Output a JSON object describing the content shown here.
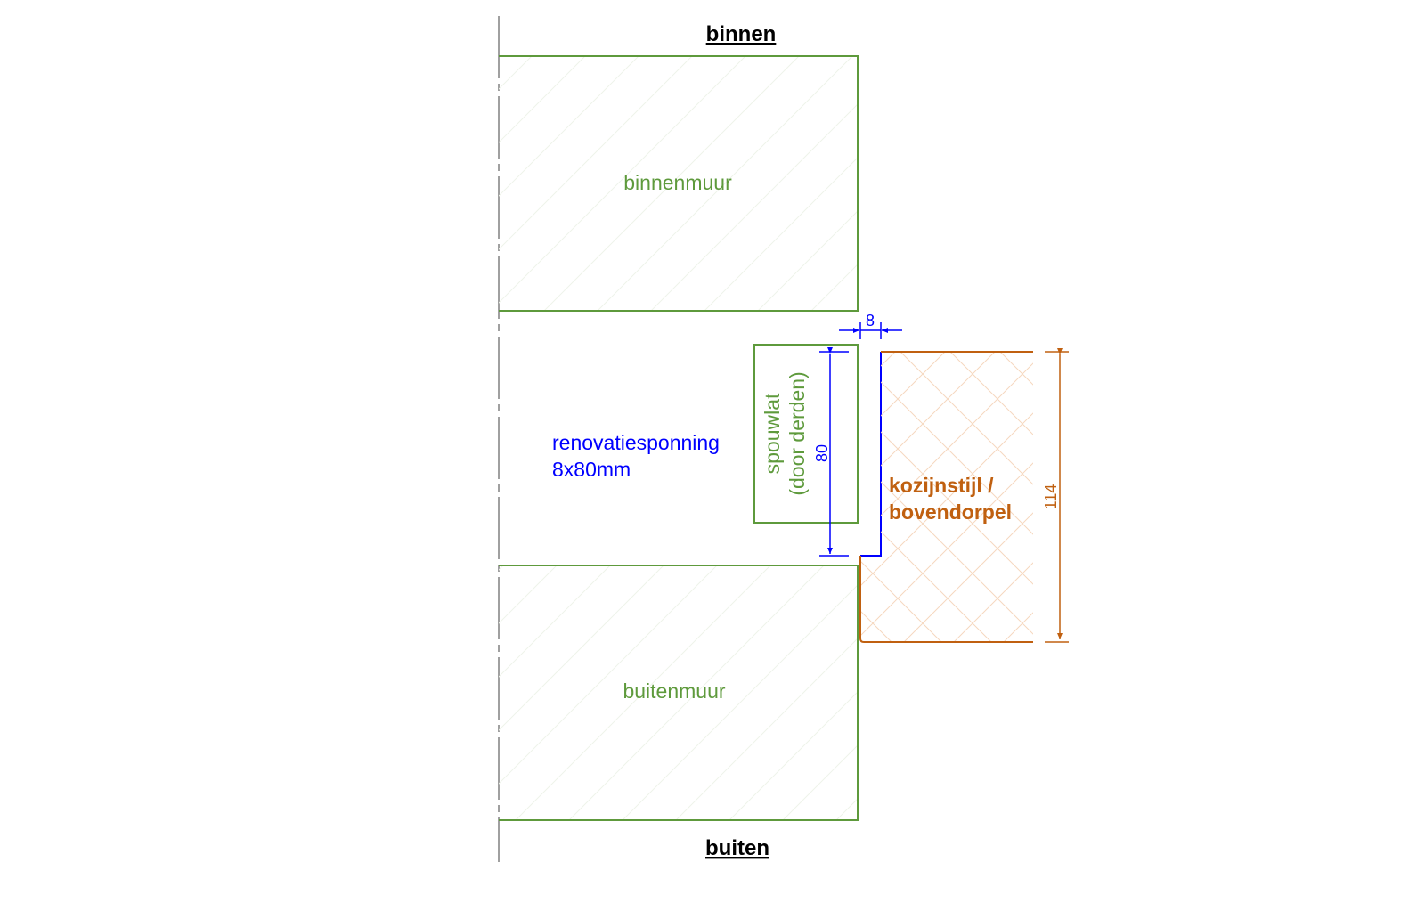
{
  "labels": {
    "inside": "binnen",
    "outside": "buiten",
    "inner_wall": "binnenmuur",
    "outer_wall": "buitenmuur",
    "rebate_line1": "renovatiesponning",
    "rebate_line2": "8x80mm",
    "cavity_batten_line1": "spouwlat",
    "cavity_batten_line2": "(door derden)",
    "frame_line1": "kozijnstijl /",
    "frame_line2": "bovendorpel"
  },
  "dimensions": {
    "rebate_depth": "8",
    "rebate_height": "80",
    "frame_height": "114"
  },
  "colors": {
    "wall": "#5e9a3c",
    "dimension": "#0000ff",
    "frame": "#c06010",
    "frame_hatch": "#f6d8bf",
    "wall_hatch": "#eef3ea",
    "axis": "#808080",
    "text": "#000000"
  }
}
